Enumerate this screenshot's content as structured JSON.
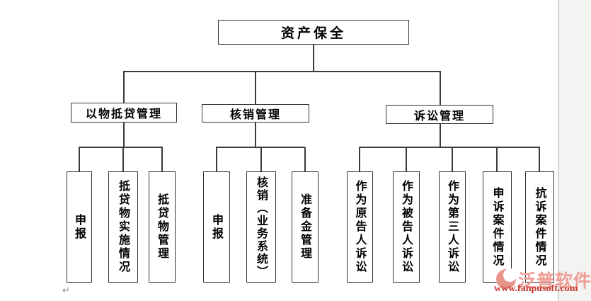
{
  "diagram": {
    "root": {
      "label": "资产保全"
    },
    "branches": [
      {
        "label": "以物抵贷管理",
        "children": [
          "申报",
          "抵贷物实施情况",
          "抵贷物管理"
        ]
      },
      {
        "label": "核销管理",
        "children": [
          "申报",
          "核销（业务系统）",
          "准备金管理"
        ]
      },
      {
        "label": "诉讼管理",
        "children": [
          "作为原告人诉讼",
          "作为被告人诉讼",
          "作为第三人诉讼",
          "申诉案件情况",
          "抗诉案件情况"
        ]
      }
    ]
  },
  "watermark": {
    "brand": "泛普软件",
    "url": "www.fanpusoft.com",
    "brand_color": "#ee9e96",
    "url_color": "#c5352b",
    "logo": "fanpu-logo-icon"
  },
  "artifacts": {
    "paragraph_mark": "↵"
  },
  "colors": {
    "line": "#3a3a3a",
    "box_border": "#333333",
    "box_bg": "#ffffff",
    "text": "#000000",
    "panel_bg": "#f3f3f2",
    "panel_border": "#d5d5d5"
  }
}
